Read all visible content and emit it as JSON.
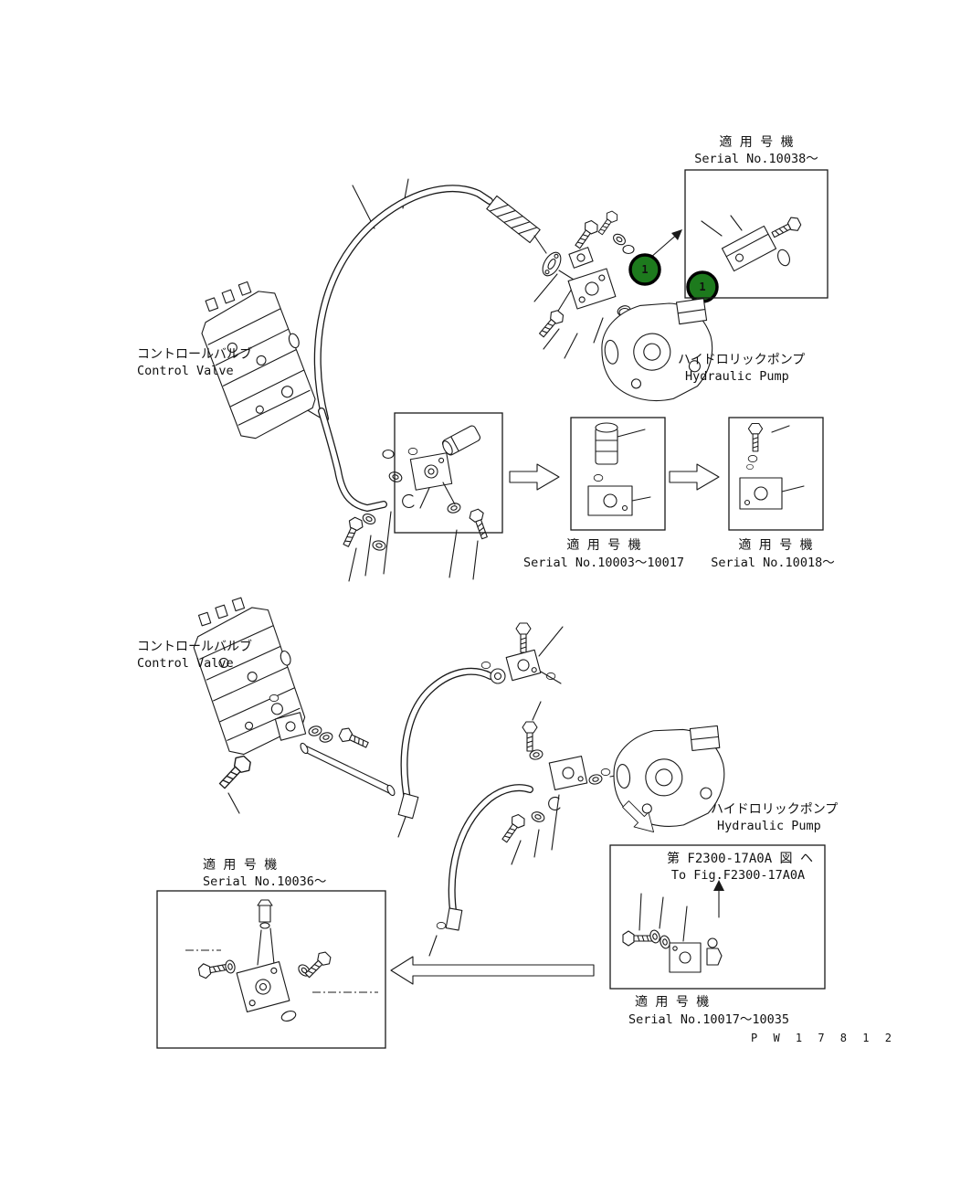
{
  "page": {
    "title": "Hydraulic piping parts diagram",
    "watermark": "P W 1 7 8 1 2"
  },
  "colors": {
    "background": "#ffffff",
    "line": "#1a1a1a",
    "callout_fill": "#1d7a1d",
    "callout_text": "#d9f2d9"
  },
  "callouts": {
    "markers": [
      {
        "label": "1"
      },
      {
        "label": "1"
      }
    ]
  },
  "sections": {
    "top": {
      "serial_note": {
        "jp": "適 用 号 機",
        "en": "Serial No.10038〜"
      },
      "control_valve": {
        "jp": "コントロールバルブ",
        "en": "Control Valve"
      },
      "hydraulic_pump": {
        "jp": "ハイドロリックポンプ",
        "en": "Hydraulic Pump"
      }
    },
    "middle": {
      "serial_note_center": {
        "jp": "適 用 号 機",
        "en": "Serial No.10003〜10017"
      },
      "serial_note_right": {
        "jp": "適 用 号 機",
        "en": "Serial No.10018〜"
      }
    },
    "bottom": {
      "control_valve": {
        "jp": "コントロールバルブ",
        "en": "Control Valve"
      },
      "hydraulic_pump": {
        "jp": "ハイドロリックポンプ",
        "en": "Hydraulic Pump"
      },
      "fig_reference": {
        "jp": "第 F2300-17A0A 図 ヘ",
        "en": "To Fig.F2300-17A0A"
      },
      "serial_note_left_box": {
        "jp": "適 用 号 機",
        "en": "Serial No.10036〜"
      },
      "serial_note_right_box": {
        "jp": "適 用 号 機",
        "en": "Serial No.10017〜10035"
      }
    }
  }
}
